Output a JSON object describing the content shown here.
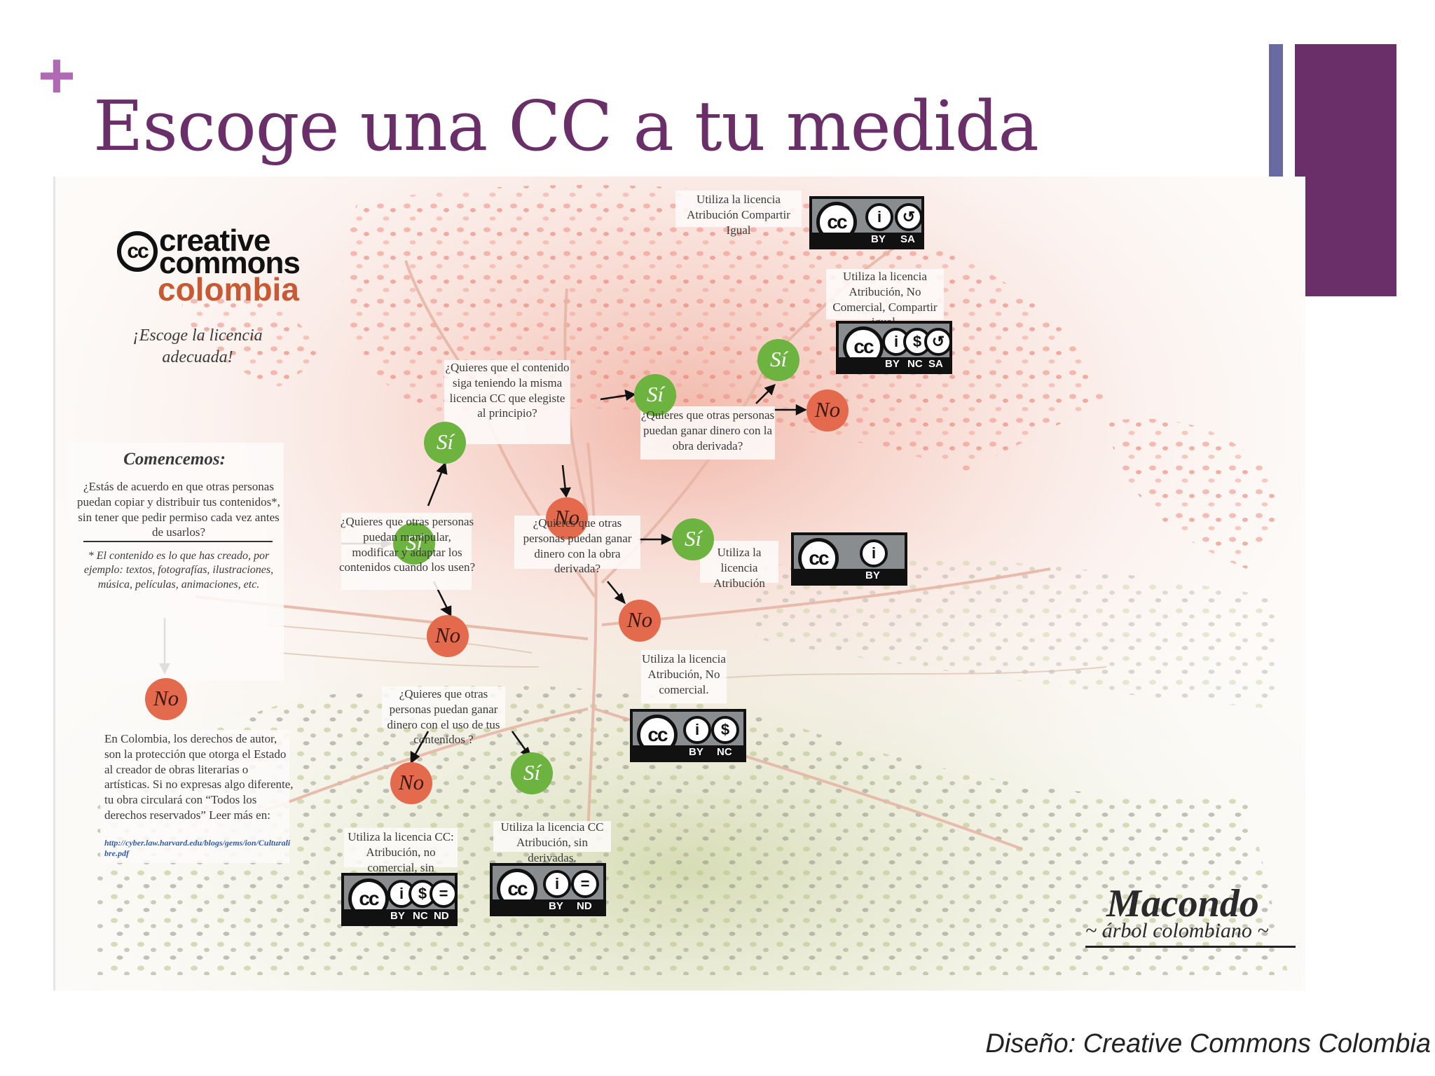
{
  "slide": {
    "plus": "+",
    "title": "Escoge una CC a tu medida",
    "credit": "Diseño: Creative Commons Colombia"
  },
  "logo": {
    "cc": "cc",
    "line1": "creative",
    "line2": "commons",
    "line3": "colombia",
    "tagline": "¡Escoge la licencia adecuada!"
  },
  "start": {
    "heading": "Comencemos:",
    "question": "¿Estás de acuerdo en que otras personas puedan copiar y distribuir tus contenidos*, sin tener que pedir permiso cada vez antes de usarlos?",
    "footnote": "* El contenido es lo que has creado, por ejemplo: textos, fotografías, ilustraciones, música, películas, animaciones, etc."
  },
  "nodes": {
    "si": "Sí",
    "no": "No"
  },
  "texts": {
    "colombia_info": "En Colombia, los derechos de autor, son la protección que otorga el Estado al creador de obras literarias o artísticas. Si no expresas algo diferente, tu obra circulará con “Todos los derechos reservados” Leer más en:",
    "colombia_link": "http://cyber.law.harvard.edu/blogs/gems/ion/Culturalibre.pdf",
    "q_modify": "¿Quieres que otras personas puedan manipular, modificar y adaptar los contenidos cuando los usen?",
    "q_same_license": "¿Quieres que el contenido siga teniendo la misma licencia CC que elegiste al principio?",
    "q_money_derived_sa": "¿Quieres que otras personas puedan ganar dinero con la obra derivada?",
    "q_money_derived": "¿Quieres que otras personas puedan ganar dinero con la obra derivada?",
    "q_money_use": "¿Quieres que otras personas puedan ganar dinero con el uso de tus contenidos ?",
    "r_by_sa": "Utiliza la licencia Atribución Compartir Igual",
    "r_by_nc_sa": "Utiliza la licencia Atribución, No Comercial, Compartir igual.",
    "r_by": "Utiliza la licencia Atribución",
    "r_by_nc": "Utiliza la licencia Atribución, No comercial.",
    "r_by_nc_nd": "Utiliza la licencia CC: Atribución, no comercial, sin derivadas",
    "r_by_nd": "Utiliza la licencia CC Atribución, sin derivadas."
  },
  "badges": {
    "by_sa": [
      "BY",
      "SA"
    ],
    "by_nc_sa": [
      "BY",
      "NC",
      "SA"
    ],
    "by": [
      "BY"
    ],
    "by_nc": [
      "BY",
      "NC"
    ],
    "by_nc_nd": [
      "BY",
      "NC",
      "ND"
    ],
    "by_nd": [
      "BY",
      "ND"
    ]
  },
  "signature": {
    "name": "Macondo",
    "subtitle": "~ árbol colombiano ~"
  },
  "colors": {
    "title": "#6a2e68",
    "si_node": "#6cb33f",
    "no_node": "#e36a4d",
    "accent_thin": "#6a6aa3",
    "accent_thick": "#6a2e68"
  }
}
